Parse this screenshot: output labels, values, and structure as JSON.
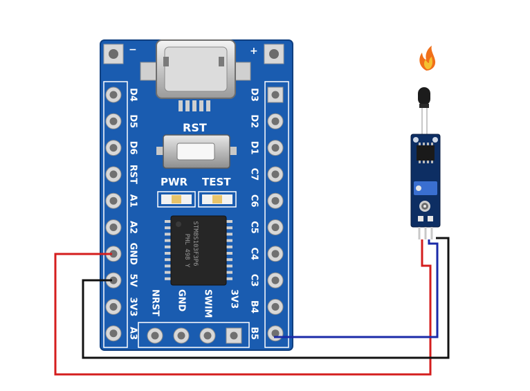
{
  "colors": {
    "pcb": "#1a5cb0",
    "pcb_edge": "#0f3f80",
    "silkscreen": "#ffffff",
    "wire_red": "#d41d1d",
    "wire_black": "#111111",
    "wire_blue": "#1a2aa8",
    "sensor_pcb": "#0d2e63",
    "flame": "#f0701a"
  },
  "board": {
    "button_label": "RST",
    "led_labels": [
      "PWR",
      "TEST"
    ],
    "left_pins": [
      "D4",
      "D5",
      "D6",
      "RST",
      "A1",
      "A2",
      "GND",
      "5V",
      "3V3",
      "A3"
    ],
    "right_pins": [
      "D3",
      "D2",
      "D1",
      "C7",
      "C6",
      "C5",
      "C4",
      "C3",
      "B4",
      "B5"
    ],
    "bottom_pins": [
      "NRST",
      "GND",
      "SWIM",
      "3V3"
    ],
    "power_marks": [
      "−",
      "+"
    ],
    "chip_text": [
      "STM8S103F3P6",
      "PHL 498 Y"
    ]
  },
  "sensor": {
    "icon": "flame-icon",
    "component": "flame-sensor-module"
  },
  "wires": [
    {
      "name": "red-wire",
      "from": "GND",
      "to": "sensor"
    },
    {
      "name": "black-wire",
      "from": "5V",
      "to": "sensor"
    },
    {
      "name": "blue-wire",
      "from": "B5",
      "to": "sensor"
    }
  ]
}
